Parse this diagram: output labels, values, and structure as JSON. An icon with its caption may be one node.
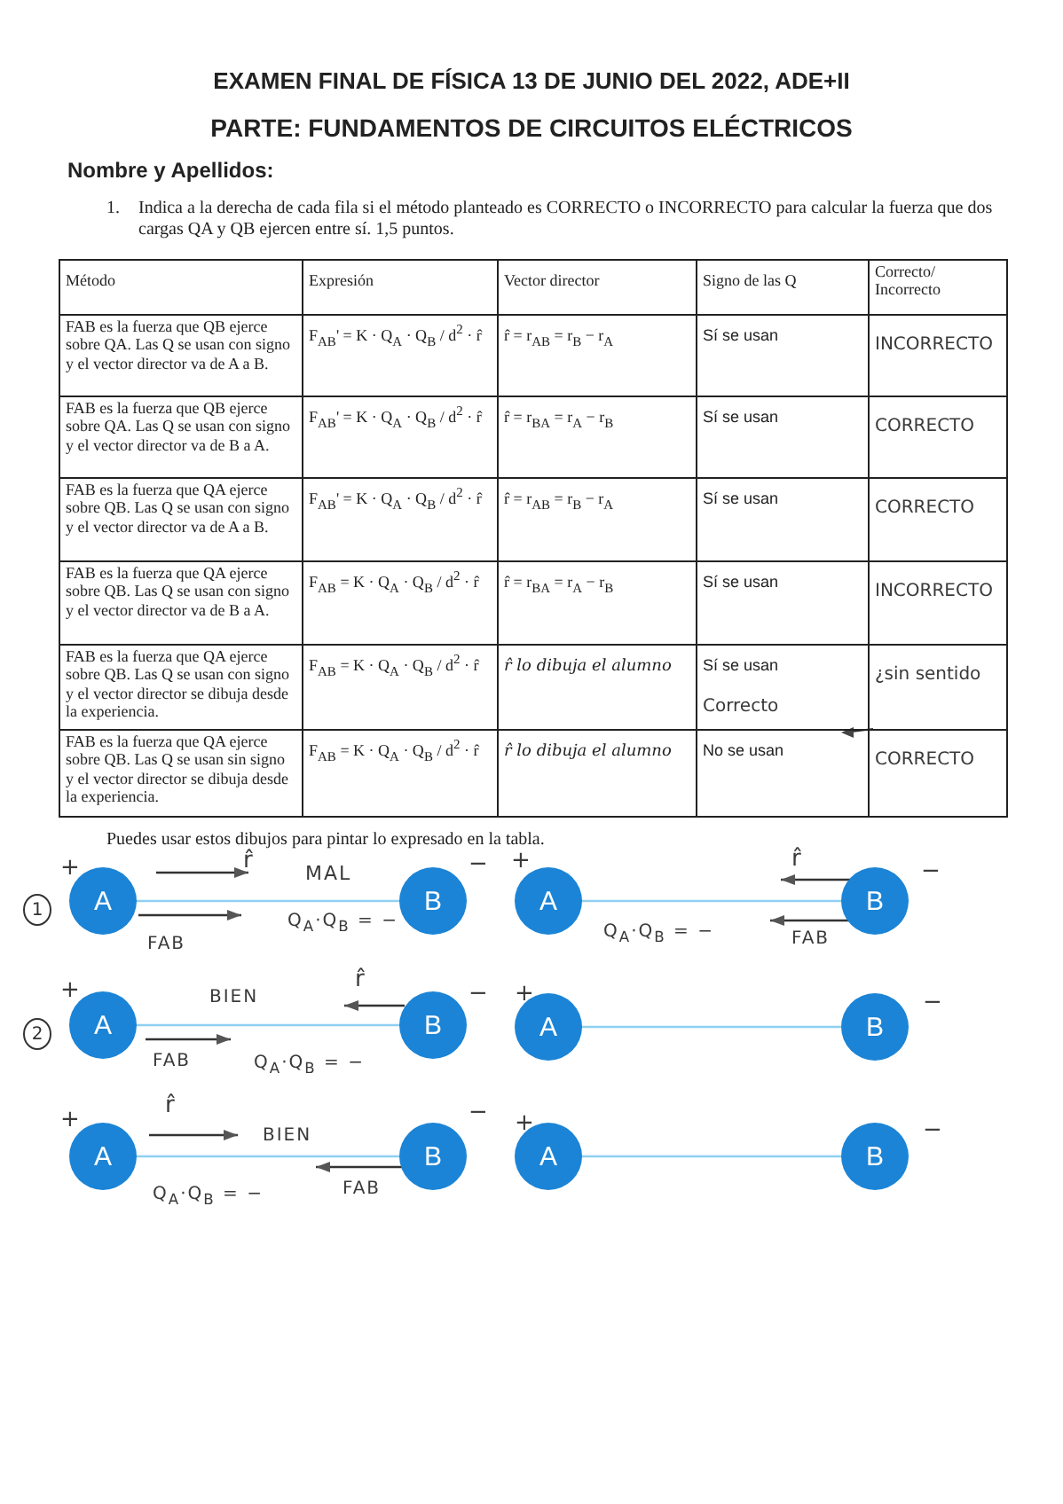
{
  "diagram": {
    "title": "EXAMEN FINAL DE FÍSICA 13 DE JUNIO DEL 2022, ADE+II",
    "nodes": [
      {
        "text": [
          "A"
        ]
      },
      {
        "text": [
          "B"
        ]
      },
      {
        "text": [
          "A"
        ]
      },
      {
        "text": [
          "B"
        ]
      },
      {
        "text": [
          "A"
        ]
      },
      {
        "text": [
          "B"
        ]
      },
      {
        "text": [
          "A"
        ]
      },
      {
        "text": [
          "B"
        ]
      },
      {
        "text": [
          "A"
        ]
      },
      {
        "text": [
          "B"
        ]
      },
      {
        "text": [
          "A"
        ]
      },
      {
        "text": [
          "B"
        ]
      }
    ],
    "edges": [
      {
        "from": 0,
        "to": 1,
        "arrow": "none"
      },
      {
        "from": 2,
        "to": 3,
        "arrow": "none"
      },
      {
        "from": 4,
        "to": 5,
        "arrow": "none"
      },
      {
        "from": 6,
        "to": 7,
        "arrow": "none"
      },
      {
        "from": 8,
        "to": 9,
        "arrow": "none"
      },
      {
        "from": 10,
        "to": 11,
        "arrow": "none"
      }
    ],
    "labels": [
      "PARTE: FUNDAMENTOS DE CIRCUITOS ELÉCTRICOS",
      "Nombre y Apellidos:",
      "1.",
      "Indica a la derecha de cada fila si el método planteado es CORRECTO o INCORRECTO para calcular la fuerza que dos cargas QA y QB ejercen entre sí. 1,5 puntos.",
      "Método",
      "Expresión",
      "Vector director",
      "Signo de las Q",
      "Correcto/ Incorrecto",
      "FAB es la fuerza que QB ejerce sobre QA. Las Q se usan con signo y el vector director va de A a B.",
      "F$_{AB}$' = K · Q$_{A}$ · Q$_{B}$ / d$^{2}$ · r̂",
      "r̂ = r$_{AB}$ = r$_{B}$ − r$_{A}$",
      "Sí se usan",
      "INCORRECTO",
      "FAB es la fuerza que QB ejerce sobre QA. Las Q se usan con signo y el vector director va de B a A.",
      "F$_{AB}$' = K · Q$_{A}$ · Q$_{B}$ / d$^{2}$ · r̂",
      "r̂ = r$_{BA}$ = r$_{A}$ − r$_{B}$",
      "Sí se usan",
      "CORRECTO",
      "FAB es la fuerza que QA ejerce sobre QB. Las Q se usan con signo y el vector director va de A a B.",
      "F$_{AB}$' = K · Q$_{A}$ · Q$_{B}$ / d$^{2}$ · r̂",
      "r̂ = r$_{AB}$ = r$_{B}$ − r$_{A}$",
      "Sí se usan",
      "CORRECTO",
      "FAB es la fuerza que QA ejerce sobre QB. Las Q se usan con signo y el vector director va de B a A.",
      "F$_{AB}$ = K · Q$_{A}$ · Q$_{B}$ / d$^{2}$ · r̂",
      "r̂ = r$_{BA}$ = r$_{A}$ − r$_{B}$",
      "Sí se usan",
      "INCORRECTO",
      "FAB es la fuerza que QA ejerce sobre QB. Las Q se usan con signo y el vector director se dibuja desde la experiencia.",
      "F$_{AB}$ = K · Q$_{A}$ · Q$_{B}$ / d$^{2}$ · r̂",
      "r̂ lo dibuja el alumno",
      "Sí se usan",
      "Correcto",
      "¿sin sentido",
      "FAB es la fuerza que QA ejerce sobre QB. Las Q se usan sin signo y el vector director se dibuja desde la experiencia.",
      "F$_{AB}$ = K · Q$_{A}$ · Q$_{B}$ / d$^{2}$ · r̂",
      "r̂ lo dibuja el alumno",
      "No se usan",
      "CORRECTO",
      "Puedes usar estos dibujos para pintar lo expresado en la tabla.",
      "1",
      "+",
      "r̂",
      "MAL",
      "FAB",
      "Q$_{A}$·Q$_{B}$ = −",
      "−",
      "+",
      "r̂",
      "−",
      "Q$_{A}$·Q$_{B}$ = −",
      "FAB",
      "+",
      "2",
      "BIEN",
      "r̂",
      "−",
      "FAB",
      "Q$_{A}$·Q$_{B}$ = −",
      "+",
      "−",
      "+",
      "r̂",
      "BIEN",
      "−",
      "Q$_{A}$·Q$_{B}$ = −",
      "FAB",
      "+",
      "−"
    ]
  }
}
